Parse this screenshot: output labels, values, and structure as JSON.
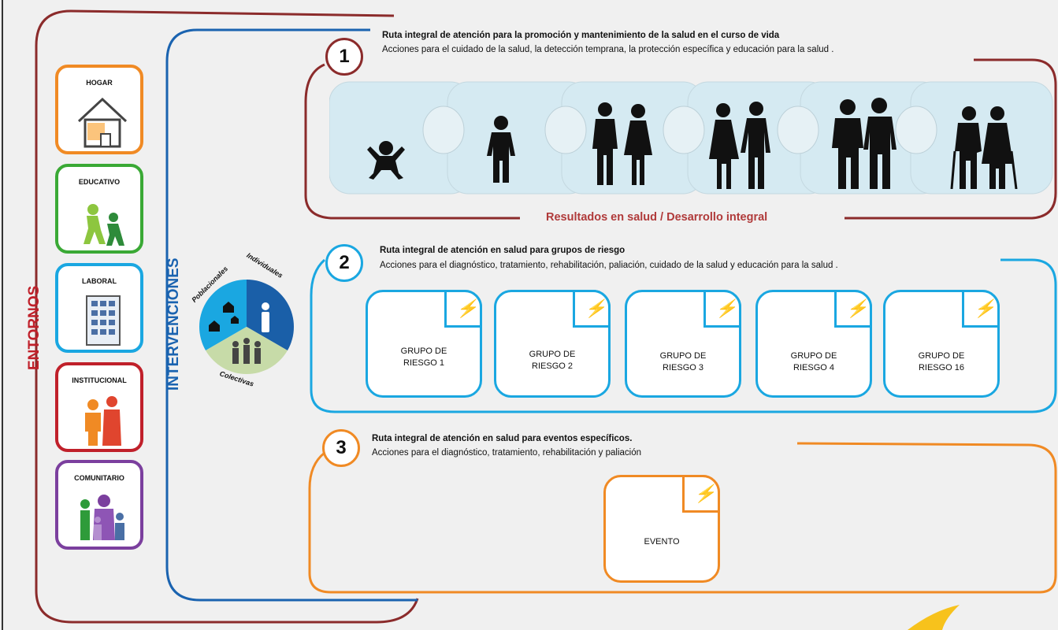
{
  "labels": {
    "entornos": "ENTORNOS",
    "intervenciones": "INTERVENCIONES"
  },
  "entornos": [
    {
      "title": "HOGAR",
      "color": "#f08a24",
      "icon": "house-icon"
    },
    {
      "title": "EDUCATIVO",
      "color": "#3aa935",
      "icon": "students-walking-icon"
    },
    {
      "title": "LABORAL",
      "color": "#1aa7e1",
      "icon": "office-building-icon"
    },
    {
      "title": "INSTITUCIONAL",
      "color": "#c0202a",
      "icon": "institutional-staff-icon"
    },
    {
      "title": "COMUNITARIO",
      "color": "#7b3f9e",
      "icon": "community-group-icon"
    }
  ],
  "interventions_pie": {
    "segments": [
      "Poblacionales",
      "Individuales",
      "Colectivas"
    ],
    "colors": {
      "poblacionales": "#1aa7e1",
      "individuales": "#1a5fa8",
      "colectivas": "#c7dba8"
    }
  },
  "routes": [
    {
      "number": "1",
      "color": "#8b2b2b",
      "title": "Ruta integral de atención para la promoción y mantenimiento de la salud en el curso de vida",
      "subtitle": "Acciones para el cuidado de la salud, la detección temprana, la protección específica y educación para la salud .",
      "result": "Resultados en salud / Desarrollo integral",
      "life_stages": [
        "baby-icon",
        "child-icon",
        "kids-pair-icon",
        "young-adults-couple-icon",
        "adults-couple-icon",
        "elderly-couple-icon"
      ]
    },
    {
      "number": "2",
      "color": "#1aa7e1",
      "title": "Ruta integral de atención en salud para grupos de riesgo",
      "subtitle": "Acciones para el diagnóstico, tratamiento, rehabilitación, paliación, cuidado de la salud y educación para la salud .",
      "groups": [
        {
          "line1": "GRUPO DE",
          "line2": "RIESGO 1"
        },
        {
          "line1": "GRUPO DE",
          "line2": "RIESGO 2"
        },
        {
          "line1": "GRUPO DE",
          "line2": "RIESGO 3"
        },
        {
          "line1": "GRUPO DE",
          "line2": "RIESGO 4"
        },
        {
          "line1": "GRUPO DE",
          "line2": "RIESGO 16"
        }
      ]
    },
    {
      "number": "3",
      "color": "#f08a24",
      "title": "Ruta integral de atención en salud para eventos específicos.",
      "subtitle": "Acciones para el diagnóstico, tratamiento, rehabilitación y paliación",
      "event": "EVENTO"
    }
  ],
  "lightning_glyph": "⚡"
}
